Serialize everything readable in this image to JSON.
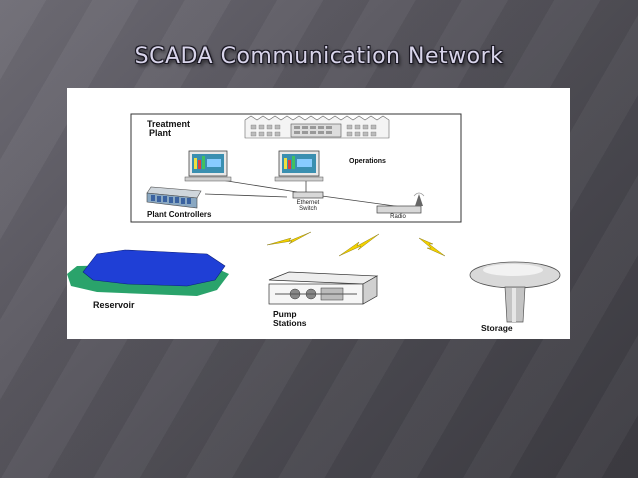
{
  "slide": {
    "title": "SCADA Communication Network"
  },
  "diagram": {
    "labels": {
      "treatment_plant_line1": "Treatment",
      "treatment_plant_line2": "Plant",
      "operations": "Operations",
      "ethernet_switch_line1": "Ethernet",
      "ethernet_switch_line2": "Switch",
      "radio": "Radio",
      "plant_controllers": "Plant Controllers",
      "reservoir": "Reservoir",
      "pump_stations_line1": "Pump",
      "pump_stations_line2": "Stations",
      "storage": "Storage"
    },
    "colors": {
      "reservoir_water": "#1f3fd6",
      "reservoir_bank": "#2aa36b",
      "lightning": "#f2d100",
      "screen_bg": "#3a8fb0"
    }
  }
}
